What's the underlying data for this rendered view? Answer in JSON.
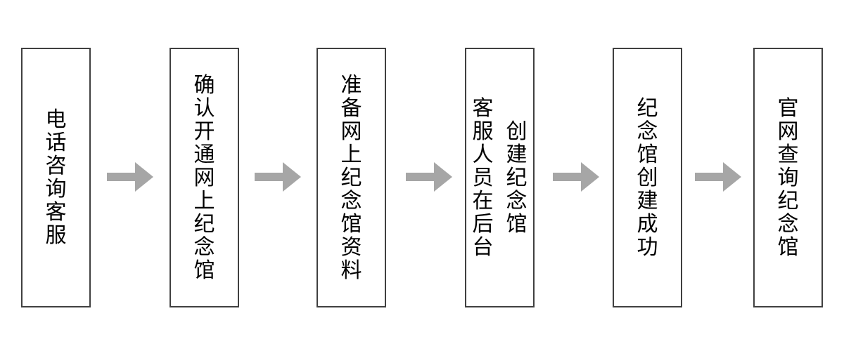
{
  "flowchart": {
    "background_color": "#ffffff",
    "box_fill_color": "#ffffff",
    "box_border_color": "#404040",
    "text_color": "#000000",
    "arrow_color": "#a6a6a6",
    "steps": [
      {
        "text": "电话咨询客服",
        "lines": [
          "电话咨询客服"
        ]
      },
      {
        "text": "确认开通网上纪念馆",
        "lines": [
          "确认开通网上纪念馆"
        ]
      },
      {
        "text": "准备网上纪念馆资料",
        "lines": [
          "准备网上纪念馆资料"
        ]
      },
      {
        "text": "客服人员在后台创建纪念馆",
        "lines": [
          "客服人员在后台",
          "创建纪念馆"
        ]
      },
      {
        "text": "纪念馆创建成功",
        "lines": [
          "纪念馆创建成功"
        ]
      },
      {
        "text": "官网查询纪念馆",
        "lines": [
          "官网查询纪念馆"
        ]
      }
    ]
  }
}
